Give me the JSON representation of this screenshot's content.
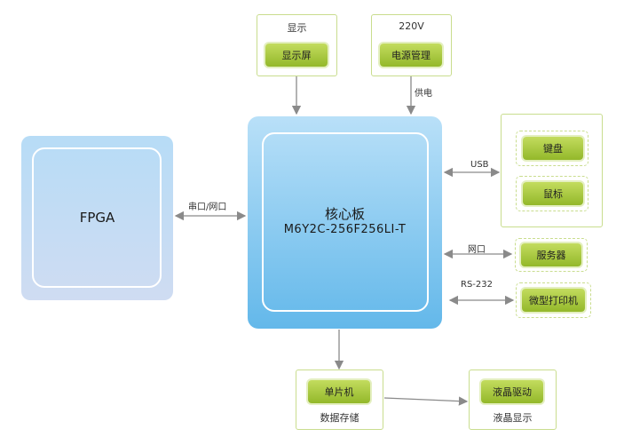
{
  "display_group": {
    "label": "显示",
    "button": "显示屏"
  },
  "power_group": {
    "label": "220V",
    "button": "电源管理",
    "link_label": "供电"
  },
  "fpga": {
    "label": "FPGA"
  },
  "fpga_link": {
    "label": "串口/网口"
  },
  "core": {
    "title": "核心板",
    "model": "M6Y2C-256F256LI-T"
  },
  "usb_group": {
    "link_label": "USB",
    "items": [
      "键盘",
      "鼠标"
    ]
  },
  "server_link": {
    "label": "网口",
    "button": "服务器"
  },
  "printer_link": {
    "label": "RS-232",
    "button": "微型打印机"
  },
  "mcu_group": {
    "button": "单片机",
    "label": "数据存储"
  },
  "lcd_group": {
    "button": "液晶驱动",
    "label": "液晶显示"
  },
  "colors": {
    "accent_green": "#93b82a",
    "frame_green": "#c9dd8e",
    "core_blue": "#63b8ea",
    "arrow_gray": "#8a8a8a"
  }
}
